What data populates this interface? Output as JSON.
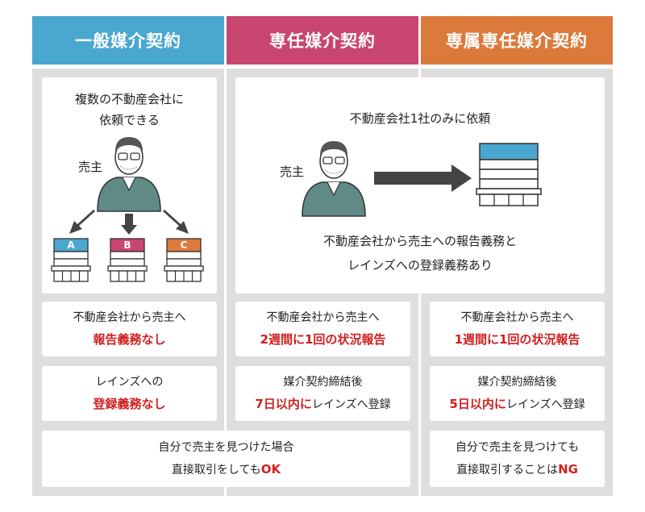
{
  "headers": [
    {
      "label": "一般媒介契約",
      "color": "#4aa7cf"
    },
    {
      "label": "専任媒介契約",
      "color": "#c8466f"
    },
    {
      "label": "専属専任媒介契約",
      "color": "#dc7a3c"
    }
  ],
  "general": {
    "desc_line1": "複数の不動産会社に",
    "desc_line2": "依頼できる",
    "seller_label": "売主",
    "companies": [
      {
        "label": "A",
        "color": "#4aa7cf"
      },
      {
        "label": "B",
        "color": "#c8466f"
      },
      {
        "label": "C",
        "color": "#dc7a3c"
      }
    ],
    "report_line1": "不動産会社から売主へ",
    "report_line2": "報告義務なし",
    "reins_line1": "レインズへの",
    "reins_line2": "登録義務なし"
  },
  "exclusive_shared": {
    "desc": "不動産会社1社のみに依頼",
    "seller_label": "売主",
    "obligation_line1": "不動産会社から売主への報告義務と",
    "obligation_line2": "レインズへの登録義務あり"
  },
  "exclusive": {
    "report_line1": "不動産会社から売主へ",
    "report_line2": "2週間に1回の状況報告",
    "reins_line1": "媒介契約締結後",
    "reins_line2_red": "7日以内に",
    "reins_line2_rest": "レインズへ登録"
  },
  "exclusive_dedicated": {
    "report_line1": "不動産会社から売主へ",
    "report_line2": "1週間に1回の状況報告",
    "reins_line1": "媒介契約締結後",
    "reins_line2_red": "5日以内に",
    "reins_line2_rest": "レインズへ登録",
    "self_line1": "自分で売主を見つけても",
    "self_line2_main": "直接取引することは",
    "self_line2_red": "NG"
  },
  "self_found": {
    "line1": "自分で売主を見つけた場合",
    "line2_main": "直接取引をしても",
    "line2_red": "OK"
  }
}
